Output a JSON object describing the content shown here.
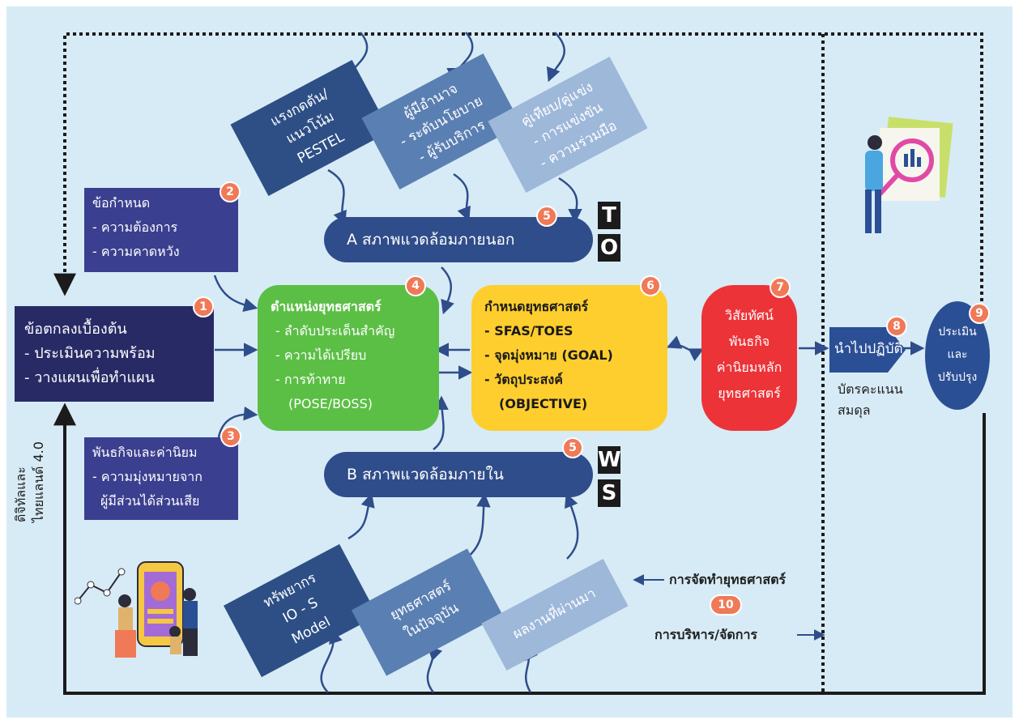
{
  "box1": {
    "number": "1",
    "title": "ข้อตกลงเบื้องต้น",
    "items": [
      "- ประเมินความพร้อม",
      "- วางแผนเพื่อทำแผน"
    ]
  },
  "box2": {
    "number": "2",
    "title": "ข้อกำหนด",
    "items": [
      "- ความต้องการ",
      "- ความคาดหวัง"
    ]
  },
  "box3": {
    "number": "3",
    "title": "พันธกิจและค่านิยม",
    "items": [
      "- ความมุ่งหมายจาก",
      "ผู้มีส่วนได้ส่วนเสีย"
    ]
  },
  "box4": {
    "number": "4",
    "title": "ตำแหน่งยุทธศาสตร์",
    "items": [
      "- ลำดับประเด็นสำคัญ",
      "- ความได้เปรียบ",
      "- การท้าทาย",
      "(POSE/BOSS)"
    ]
  },
  "external": {
    "number": "5",
    "label": "A  สภาพแวดล้อมภายนอก",
    "letters": [
      "T",
      "O"
    ]
  },
  "internal": {
    "number": "5",
    "label": "B  สภาพแวดล้อมภายใน",
    "letters": [
      "W",
      "S"
    ]
  },
  "box6": {
    "number": "6",
    "title": "กำหนดยุทธศาสตร์",
    "items": [
      "- SFAS/TOES",
      "- จุดมุ่งหมาย (GOAL)",
      "- วัตถุประสงค์",
      "(OBJECTIVE)"
    ]
  },
  "box7": {
    "number": "7",
    "items": [
      "วิสัยทัศน์",
      "พันธกิจ",
      "ค่านิยมหลัก",
      "ยุทธศาสตร์"
    ]
  },
  "box8": {
    "number": "8",
    "label": "นำไปปฏิบัติ",
    "sub": [
      "บัตรคะแนน",
      "สมดุล"
    ]
  },
  "box9": {
    "number": "9",
    "items": [
      "ประเมิน",
      "และ",
      "ปรับปรุง"
    ]
  },
  "ext_factors": [
    {
      "lines": [
        "แรงกดดัน/",
        "แนวโน้ม",
        "PESTEL"
      ],
      "color": "#2d4f86"
    },
    {
      "lines": [
        "ผู้มีอำนาจ",
        "- ระดับนโยบาย",
        "- ผู้รับบริการ"
      ],
      "color": "#5a7fb2"
    },
    {
      "lines": [
        "คู่เทียบ/คู่แข่ง",
        "- การแข่งขัน",
        "- ความร่วมมือ"
      ],
      "color": "#9eb8da"
    }
  ],
  "int_factors": [
    {
      "lines": [
        "ทรัพยากร",
        "IO - S",
        "Model"
      ],
      "color": "#2d4f86"
    },
    {
      "lines": [
        "ยุทธศาสตร์",
        "ในปัจจุบัน"
      ],
      "color": "#5a7fb2"
    },
    {
      "lines": [
        "ผลงานที่ผ่านมา"
      ],
      "color": "#9eb8da"
    }
  ],
  "side_label": [
    "ดิจิทัลและ",
    "ไทยแลนด์ 4.0"
  ],
  "legend": {
    "number": "10",
    "top": "การจัดทำยุทธศาสตร์",
    "bottom": "การบริหาร/จัดการ"
  }
}
